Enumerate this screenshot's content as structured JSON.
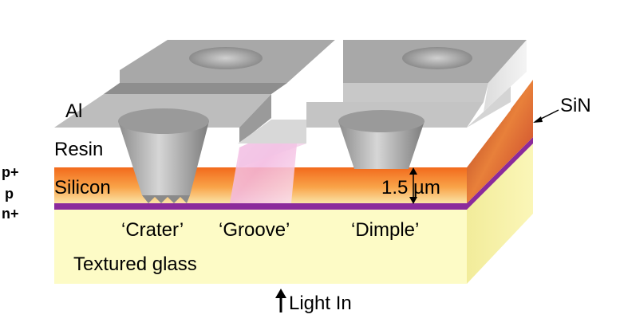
{
  "labels": {
    "al": "Al",
    "resin": "Resin",
    "silicon": "Silicon",
    "p_plus": "p+",
    "p": "p",
    "n_plus": "n+",
    "sin": "SiN",
    "thickness": "1.5 µm",
    "crater": "‘Crater’",
    "groove": "‘Groove’",
    "dimple": "‘Dimple’",
    "glass": "Textured glass",
    "light": "Light In"
  },
  "colors": {
    "glass": "#fdfbc4",
    "silicon": "#f79a3a",
    "sin": "#8a2a9a",
    "aluminium": "#b4b4b4",
    "resin": "#ffffff",
    "groove_fill": "#f6c9e8"
  }
}
